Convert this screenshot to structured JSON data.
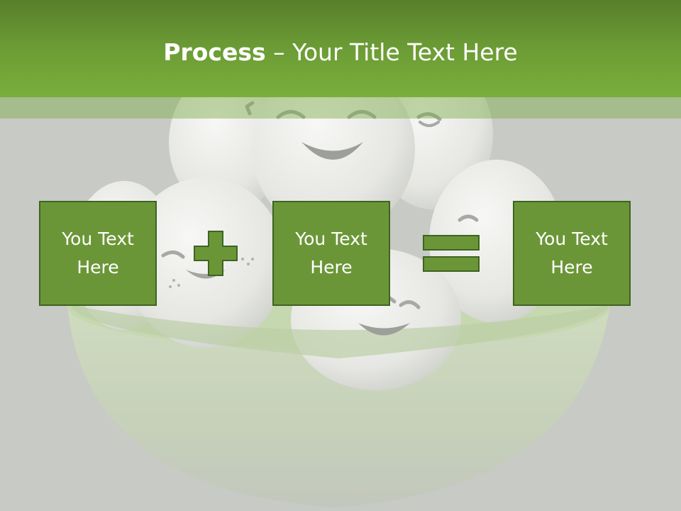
{
  "slide": {
    "title_bold": "Process",
    "title_rest": " – Your Title Text Here",
    "boxes": [
      {
        "label": "You Text Here"
      },
      {
        "label": "You Text Here"
      },
      {
        "label": "You Text Here"
      }
    ],
    "operators": [
      "plus-icon",
      "equals-icon"
    ],
    "background_image": "eggs-in-green-bowl",
    "colors": {
      "header": "#6c9c35",
      "box_fill": "#6b9637",
      "box_border": "#3f6322",
      "text": "#ffffff",
      "background": "#c9cbc6"
    }
  }
}
